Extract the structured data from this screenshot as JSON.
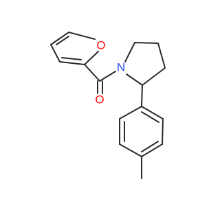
{
  "molecule": {
    "atoms": {
      "furan_oxygen": {
        "symbol": "O",
        "color": "#ff0d0d"
      },
      "carbonyl_oxygen": {
        "symbol": "O",
        "color": "#ff0d0d"
      },
      "pyrrolidine_nitrogen": {
        "symbol": "N",
        "color": "#3050f8"
      }
    },
    "bond_color": "#2b2b2b"
  }
}
